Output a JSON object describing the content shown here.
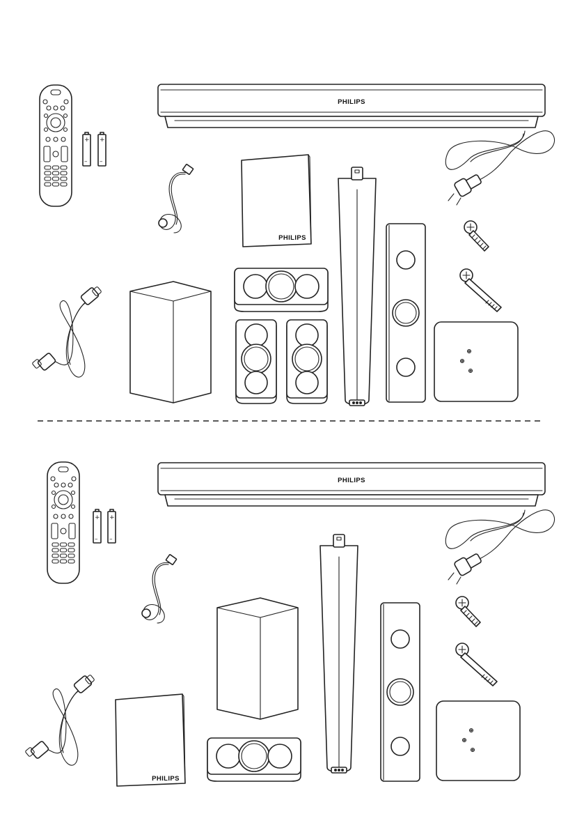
{
  "brand": {
    "name": "PHILIPS"
  },
  "batteries": {
    "positive_symbol": "+",
    "negative_symbol": "–"
  },
  "sections": [
    {
      "id": "top",
      "items": [
        "remote-control-icon",
        "batteries-icon",
        "main-unit-icon",
        "power-cord-icon",
        "fm-antenna-icon",
        "user-manual-icon",
        "hdmi-cable-icon",
        "subwoofer-icon",
        "center-speaker-icon",
        "satellite-speaker-icon",
        "satellite-speaker-icon",
        "floor-speaker-stand-icon",
        "front-speaker-icon",
        "short-screw-icon",
        "long-screw-icon",
        "speaker-base-plate-icon"
      ]
    },
    {
      "id": "bottom",
      "items": [
        "remote-control-icon",
        "batteries-icon",
        "main-unit-icon",
        "power-cord-icon",
        "fm-antenna-icon",
        "user-manual-icon",
        "hdmi-cable-icon",
        "subwoofer-icon",
        "center-speaker-icon",
        "floor-speaker-stand-icon",
        "front-speaker-icon",
        "short-screw-icon",
        "long-screw-icon",
        "speaker-base-plate-icon"
      ]
    }
  ],
  "colors": {
    "line": "#222222",
    "background": "#ffffff"
  }
}
